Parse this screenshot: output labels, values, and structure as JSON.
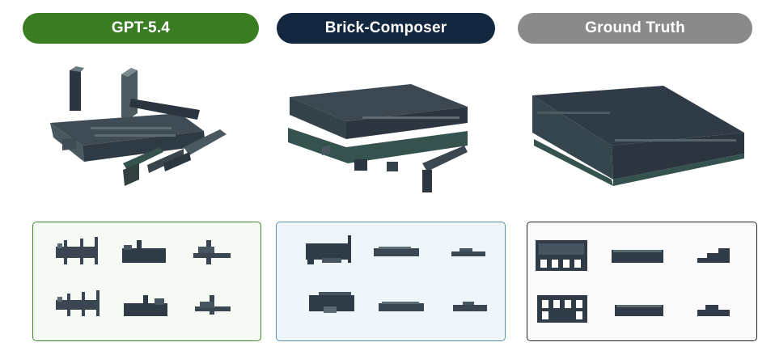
{
  "columns": [
    {
      "label": "GPT-5.4",
      "pill_color": "#3a7d22"
    },
    {
      "label": "Brick-Composer",
      "pill_color": "#13283f"
    },
    {
      "label": "Ground Truth",
      "pill_color": "#8a8a8a"
    }
  ],
  "colors": {
    "brick_dark": "#2f3b46",
    "brick_mid": "#46555f",
    "brick_light": "#5c6b73",
    "brick_teal": "#35524f"
  }
}
